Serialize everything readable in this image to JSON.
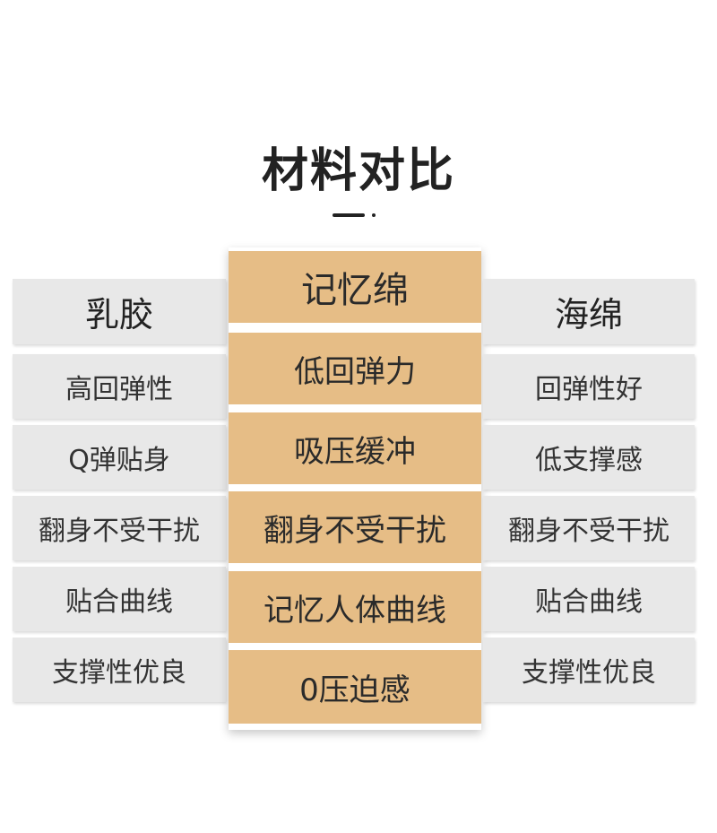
{
  "title": "材料对比",
  "columns": {
    "left": {
      "header": "乳胶",
      "rows": [
        "高回弹性",
        "Q弹贴身",
        "翻身不受干扰",
        "贴合曲线",
        "支撑性优良"
      ]
    },
    "center": {
      "header": "记忆绵",
      "rows": [
        "低回弹力",
        "吸压缓冲",
        "翻身不受干扰",
        "记忆人体曲线",
        "0压迫感"
      ]
    },
    "right": {
      "header": "海绵",
      "rows": [
        "回弹性好",
        "低支撑感",
        "翻身不受干扰",
        "贴合曲线",
        "支撑性优良"
      ]
    }
  },
  "colors": {
    "center_fill": "#e6bd86",
    "side_fill": "#e8e8e8",
    "text": "#222222"
  }
}
